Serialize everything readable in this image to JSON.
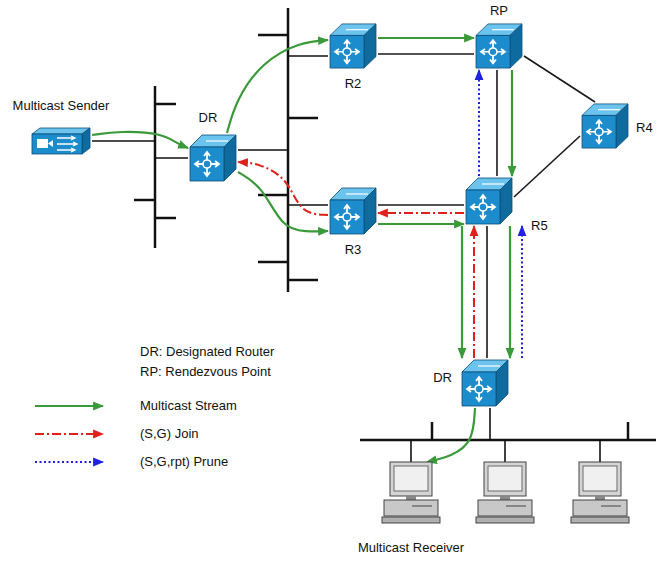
{
  "diagram": {
    "nodes": [
      {
        "text": [
          "Multicast Sender"
        ]
      },
      {
        "text": [
          "DR"
        ]
      },
      {
        "text": [
          "R2"
        ]
      },
      {
        "text": [
          "RP"
        ]
      },
      {
        "text": [
          "R4"
        ]
      },
      {
        "text": [
          "R3"
        ]
      },
      {
        "text": [
          "R5"
        ]
      },
      {
        "text": [
          "DR"
        ]
      },
      {
        "text": [
          "Multicast Receiver"
        ]
      }
    ],
    "edges": [
      {
        "from": 2,
        "to": 3,
        "arrow": "none"
      },
      {
        "from": 3,
        "to": 4,
        "arrow": "none"
      },
      {
        "from": 3,
        "to": 6,
        "arrow": "none"
      },
      {
        "from": 4,
        "to": 6,
        "arrow": "none"
      },
      {
        "from": 5,
        "to": 6,
        "arrow": "none"
      },
      {
        "from": 6,
        "to": 7,
        "arrow": "none"
      },
      {
        "from": 0,
        "to": 1,
        "arrow": "to"
      },
      {
        "from": 1,
        "to": 2,
        "arrow": "to"
      },
      {
        "from": 2,
        "to": 3,
        "arrow": "to"
      },
      {
        "from": 3,
        "to": 6,
        "arrow": "to"
      },
      {
        "from": 1,
        "to": 5,
        "arrow": "to"
      },
      {
        "from": 5,
        "to": 6,
        "arrow": "to"
      },
      {
        "from": 6,
        "to": 7,
        "arrow": "to"
      },
      {
        "from": 6,
        "to": 7,
        "arrow": "to"
      },
      {
        "from": 7,
        "to": 8,
        "arrow": "to"
      },
      {
        "from": 6,
        "to": 5,
        "arrow": "to"
      },
      {
        "from": 5,
        "to": 1,
        "arrow": "to"
      },
      {
        "from": 7,
        "to": 6,
        "arrow": "to"
      },
      {
        "from": 6,
        "to": 3,
        "arrow": "to"
      },
      {
        "from": 7,
        "to": 6,
        "arrow": "to"
      }
    ],
    "labels": [
      "DR: Designated Router",
      "RP: Rendezvous Point"
    ],
    "legend": [
      {
        "text": "Multicast Stream"
      },
      {
        "text": "(S,G) Join"
      },
      {
        "text": "(S,G,rpt) Prune"
      }
    ]
  }
}
